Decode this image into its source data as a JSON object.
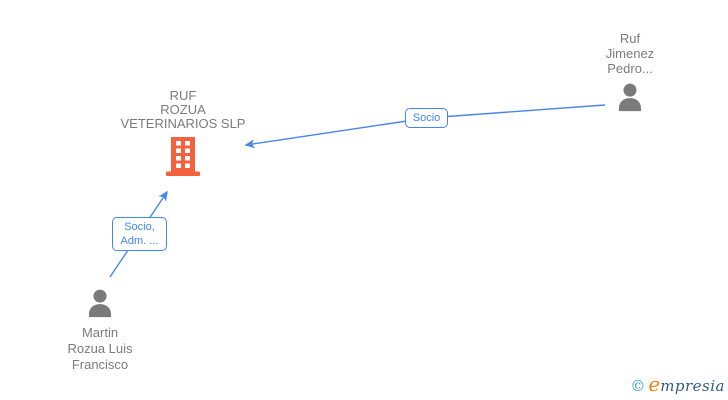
{
  "chart": {
    "company": {
      "name_lines": [
        "RUF",
        "ROZUA",
        "VETERINARIOS SLP"
      ]
    },
    "person_top_right": {
      "name_lines": [
        "Ruf",
        "Jimenez",
        "Pedro..."
      ]
    },
    "person_bottom_left": {
      "name_lines": [
        "Martin",
        "Rozua Luis",
        "Francisco"
      ]
    },
    "edge_top": {
      "label": "Socio"
    },
    "edge_bottom": {
      "label_lines": [
        "Socio,",
        "Adm. ..."
      ]
    }
  },
  "watermark": {
    "copyright": "©",
    "brand_lead": "e",
    "brand_rest": "mpresia"
  },
  "colors": {
    "edge": "#4a86e8",
    "label_text": "#4285f4",
    "building": "#f4613e",
    "person_icon": "#7a7a7a",
    "name_text": "#7b7b7b",
    "logo_copyright": "#2e9bd6",
    "logo_lead": "#f2820e",
    "logo_rest": "#2e5e7e"
  }
}
